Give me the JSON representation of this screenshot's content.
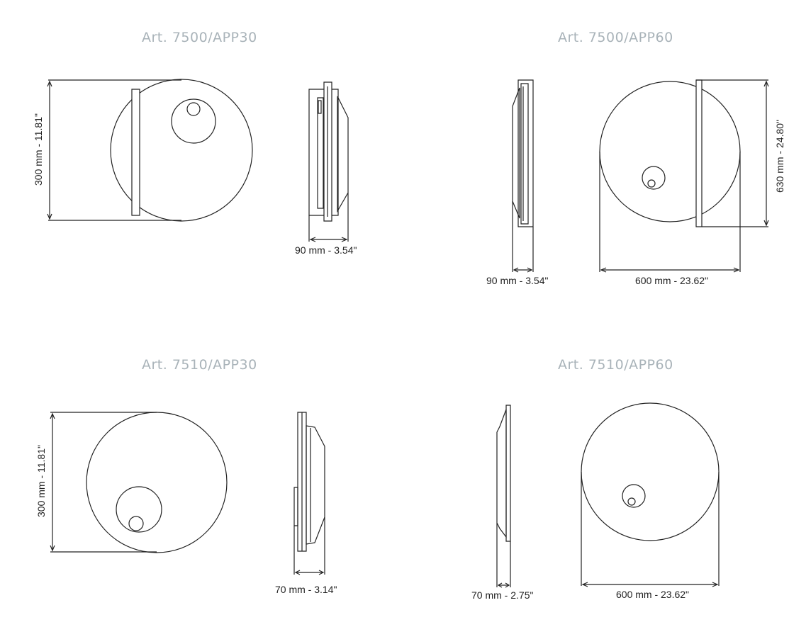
{
  "products": [
    {
      "id": "7500-30",
      "title": "Art. 7500/APP30",
      "height_label": "300 mm - 11.81\"",
      "depth_label": "90 mm - 3.54\""
    },
    {
      "id": "7500-60",
      "title": "Art. 7500/APP60",
      "height_label": "630 mm - 24.80\"",
      "depth_label": "90 mm - 3.54\"",
      "width_label": "600 mm - 23.62\""
    },
    {
      "id": "7510-30",
      "title": "Art. 7510/APP30",
      "height_label": "300 mm - 11.81\"",
      "depth_label": "70 mm - 3.14\""
    },
    {
      "id": "7510-60",
      "title": "Art. 7510/APP60",
      "depth_label": "70 mm - 2.75\"",
      "width_label": "600 mm - 23.62\""
    }
  ],
  "colors": {
    "line": "#222222",
    "title": "#a9b3b9",
    "background": "#ffffff"
  }
}
